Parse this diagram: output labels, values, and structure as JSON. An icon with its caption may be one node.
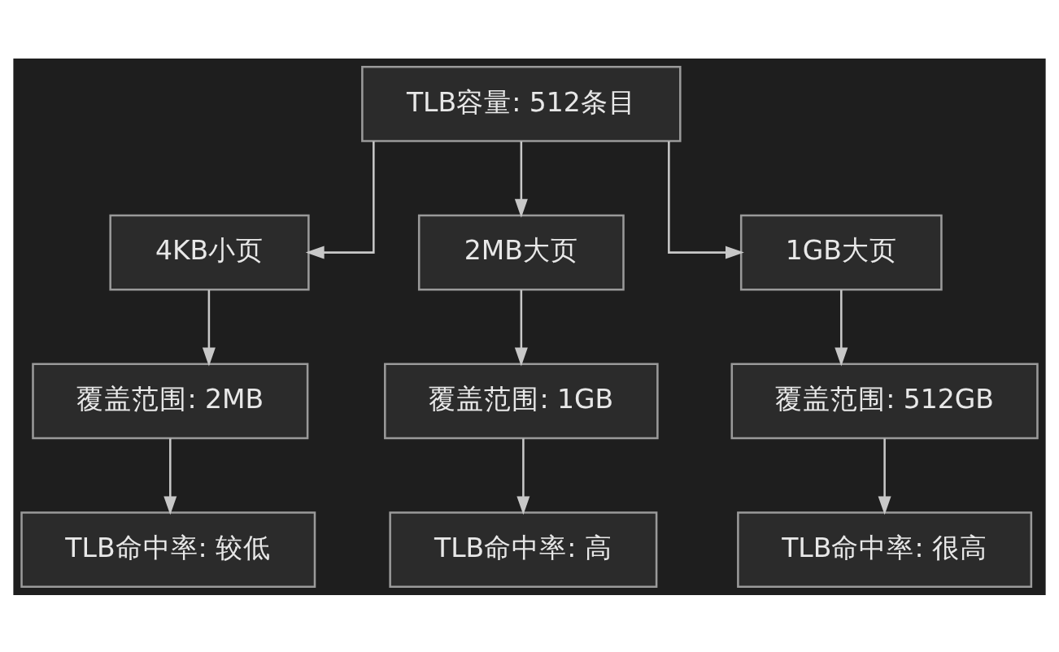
{
  "diagram": {
    "nodes": [
      {
        "text": [
          "TLB容量: 512条目"
        ]
      },
      {
        "text": [
          "4KB小页"
        ]
      },
      {
        "text": [
          "2MB大页"
        ]
      },
      {
        "text": [
          "1GB大页"
        ]
      },
      {
        "text": [
          "覆盖范围: 2MB"
        ]
      },
      {
        "text": [
          "覆盖范围: 1GB"
        ]
      },
      {
        "text": [
          "覆盖范围: 512GB"
        ]
      },
      {
        "text": [
          "TLB命中率: 较低"
        ]
      },
      {
        "text": [
          "TLB命中率: 高"
        ]
      },
      {
        "text": [
          "TLB命中率: 很高"
        ]
      }
    ],
    "edges": [
      {
        "from": 0,
        "to": 1,
        "arrow": "to"
      },
      {
        "from": 0,
        "to": 2,
        "arrow": "to"
      },
      {
        "from": 0,
        "to": 3,
        "arrow": "to"
      },
      {
        "from": 1,
        "to": 4,
        "arrow": "to"
      },
      {
        "from": 2,
        "to": 5,
        "arrow": "to"
      },
      {
        "from": 3,
        "to": 6,
        "arrow": "to"
      },
      {
        "from": 4,
        "to": 7,
        "arrow": "to"
      },
      {
        "from": 5,
        "to": 8,
        "arrow": "to"
      },
      {
        "from": 6,
        "to": 9,
        "arrow": "to"
      }
    ]
  }
}
